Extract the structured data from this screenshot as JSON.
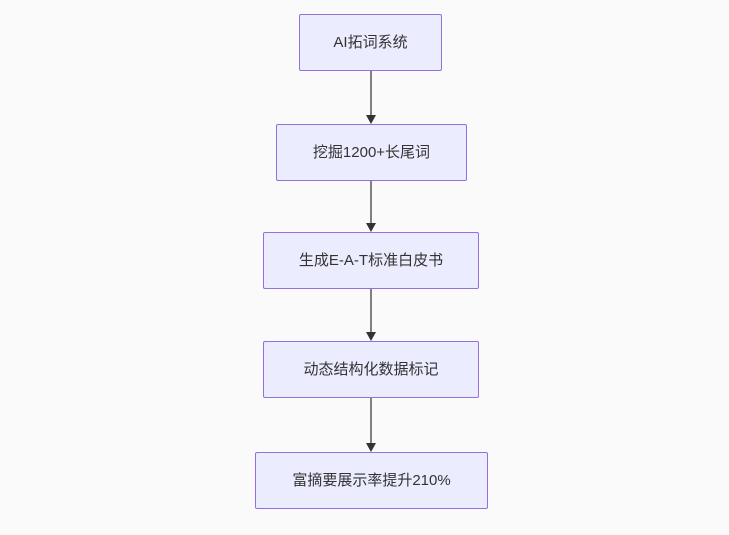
{
  "diagram": {
    "type": "flowchart",
    "direction": "top-down",
    "nodes": [
      {
        "label": "AI拓词系统"
      },
      {
        "label": "挖掘1200+长尾词"
      },
      {
        "label": "生成E-A-T标准白皮书"
      },
      {
        "label": "动态结构化数据标记"
      },
      {
        "label": "富摘要展示率提升210%"
      }
    ],
    "edges": [
      {
        "from": 0,
        "to": 1
      },
      {
        "from": 1,
        "to": 2
      },
      {
        "from": 2,
        "to": 3
      },
      {
        "from": 3,
        "to": 4
      }
    ]
  },
  "colors": {
    "page_bg": "#fafafa",
    "node_fill": "#ececff",
    "node_border": "#9370db",
    "node_text": "#333333",
    "arrow_line": "#808080",
    "arrow_head": "#333333"
  }
}
